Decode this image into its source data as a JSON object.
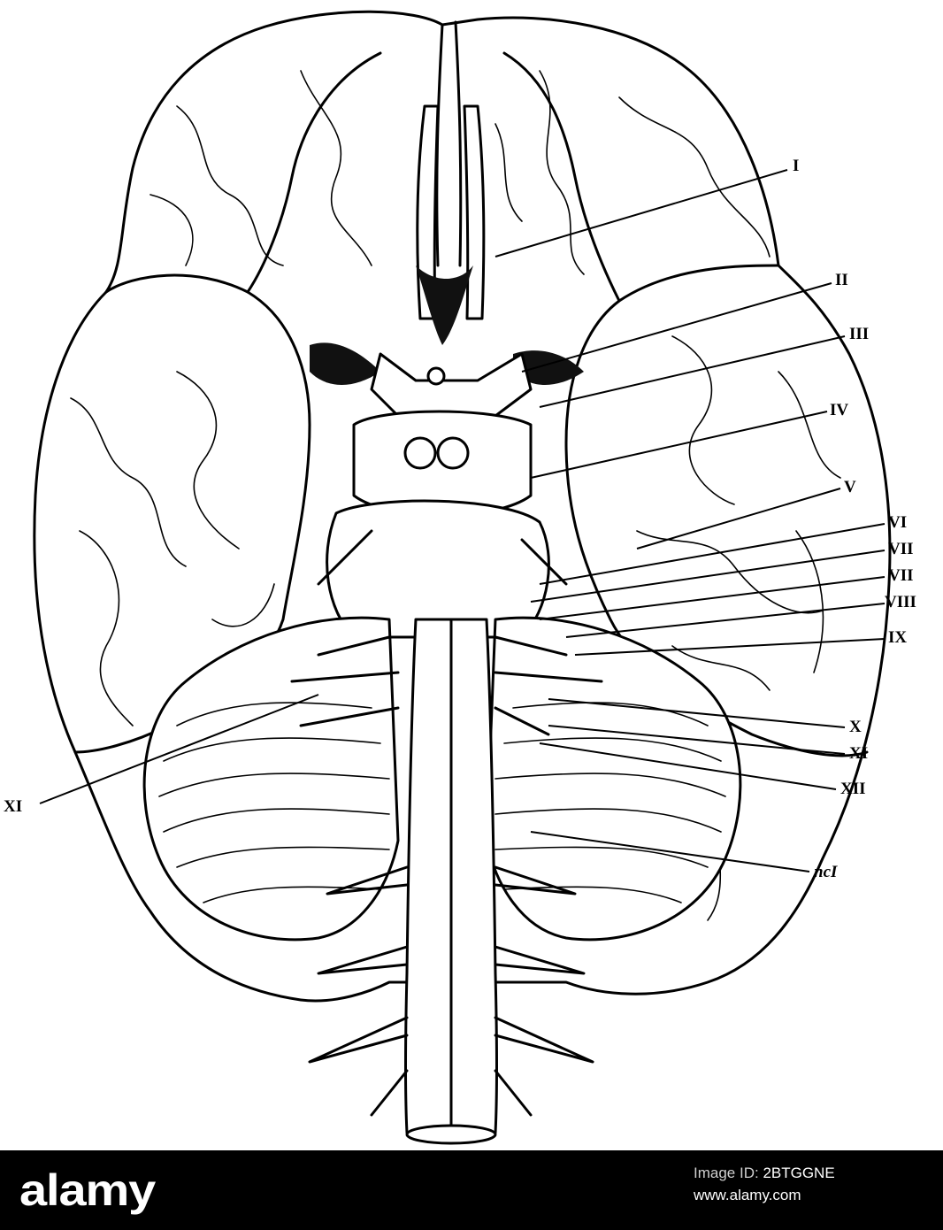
{
  "figure": {
    "labels": {
      "l1": "I",
      "l2": "II",
      "l3": "III",
      "l4": "IV",
      "l5": "V",
      "l6": "VI",
      "l7a": "VII",
      "l7b": "VII",
      "l8": "VIII",
      "l9": "IX",
      "l10": "X",
      "l11r": "XI",
      "l12": "XII",
      "l11l": "XI",
      "lnc": "ncI"
    }
  },
  "footer": {
    "logo_text": "alamy",
    "image_id_label": "Image ID:",
    "image_id": "2BTGGNE",
    "url": "www.alamy.com"
  },
  "colors": {
    "background": "#ffffff",
    "ink": "#000000",
    "footer_bg": "#000000",
    "footer_text": "#ffffff"
  }
}
